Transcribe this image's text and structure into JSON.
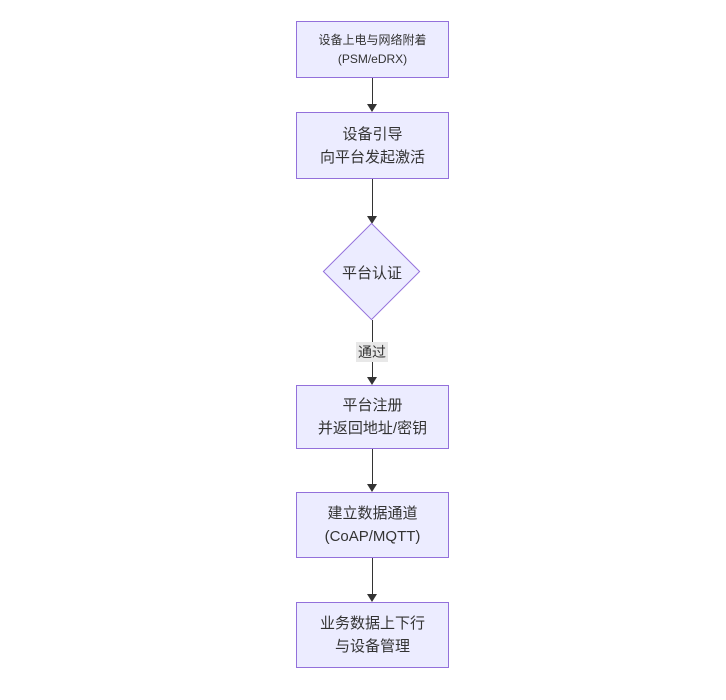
{
  "diagram": {
    "type": "flowchart",
    "direction": "top-down",
    "colors": {
      "node_fill": "#ECECFF",
      "node_border": "#9370DB",
      "edge": "#333333",
      "text": "#333333",
      "edge_label_bg": "#e8e8e8",
      "background": "#ffffff"
    }
  },
  "nodes": [
    {
      "id": "power-attach",
      "shape": "rect",
      "lines": [
        "设备上电与网络附着",
        "(PSM/eDRX)"
      ]
    },
    {
      "id": "bootstrap",
      "shape": "rect",
      "lines": [
        "设备引导",
        "向平台发起激活"
      ]
    },
    {
      "id": "platform-auth",
      "shape": "diamond",
      "lines": [
        "平台认证"
      ]
    },
    {
      "id": "platform-register",
      "shape": "rect",
      "lines": [
        "平台注册",
        "并返回地址/密钥"
      ]
    },
    {
      "id": "data-channel",
      "shape": "rect",
      "lines": [
        "建立数据通道",
        "(CoAP/MQTT)"
      ]
    },
    {
      "id": "business-data",
      "shape": "rect",
      "lines": [
        "业务数据上下行",
        "与设备管理"
      ]
    }
  ],
  "edges": [
    {
      "from": "power-attach",
      "to": "bootstrap",
      "label": ""
    },
    {
      "from": "bootstrap",
      "to": "platform-auth",
      "label": ""
    },
    {
      "from": "platform-auth",
      "to": "platform-register",
      "label": "通过"
    },
    {
      "from": "platform-register",
      "to": "data-channel",
      "label": ""
    },
    {
      "from": "data-channel",
      "to": "business-data",
      "label": ""
    }
  ]
}
